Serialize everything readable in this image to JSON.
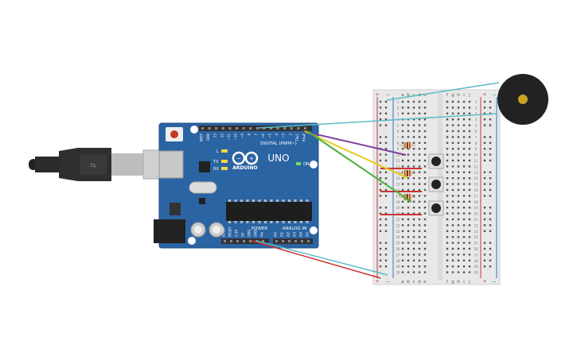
{
  "colors": {
    "board": "#2b64a3",
    "board_edge": "#1f4f86",
    "header": "#333333",
    "breadboard": "#e8e8e8",
    "rail_red": "#cc3333",
    "rail_blue": "#3d6fc7",
    "wire_purple": "#7b3fa0",
    "wire_yellow": "#e3cc21",
    "wire_green": "#4aad3c",
    "wire_cyan": "#5bbdc9",
    "wire_red": "#cc3333",
    "buzzer": "#222222",
    "buzzer_center": "#c9a227"
  },
  "arduino": {
    "logo_text": "ARDUINO",
    "model": "UNO",
    "digital_label": "DIGITAL (PWM~)",
    "power_label": "POWER",
    "analog_label": "ANALOG IN",
    "on_label": "ON",
    "l_label": "L",
    "tx_label": "TX",
    "rx_label": "RX",
    "digital_pins": [
      "AREF",
      "GND",
      "13",
      "12",
      "~11",
      "~10",
      "~9",
      "8",
      "7",
      "~6",
      "~5",
      "4",
      "~3",
      "2",
      "TX▸1",
      "RX◂0"
    ],
    "power_pins": [
      "IOREF",
      "RESET",
      "3.3V",
      "5V",
      "GND",
      "GND",
      "Vin"
    ],
    "analog_pins": [
      "A0",
      "A1",
      "A2",
      "A3",
      "A4",
      "A5"
    ]
  },
  "breadboard": {
    "column_letters_left": [
      "a",
      "b",
      "c",
      "d",
      "e"
    ],
    "column_letters_right": [
      "f",
      "g",
      "h",
      "i",
      "j"
    ],
    "plus_label": "+",
    "minus_label": "−",
    "row_numbers": [
      "1",
      "2",
      "3",
      "4",
      "5",
      "6",
      "7",
      "8",
      "9",
      "10",
      "11",
      "12",
      "13",
      "14",
      "15",
      "16",
      "17",
      "18",
      "19",
      "20",
      "21",
      "22",
      "23",
      "24",
      "25",
      "26",
      "27",
      "28",
      "29",
      "30"
    ]
  },
  "components": {
    "usb_cable": "usb-cable",
    "buzzer": "piezo-buzzer",
    "buttons": 3,
    "resistors": 3
  }
}
